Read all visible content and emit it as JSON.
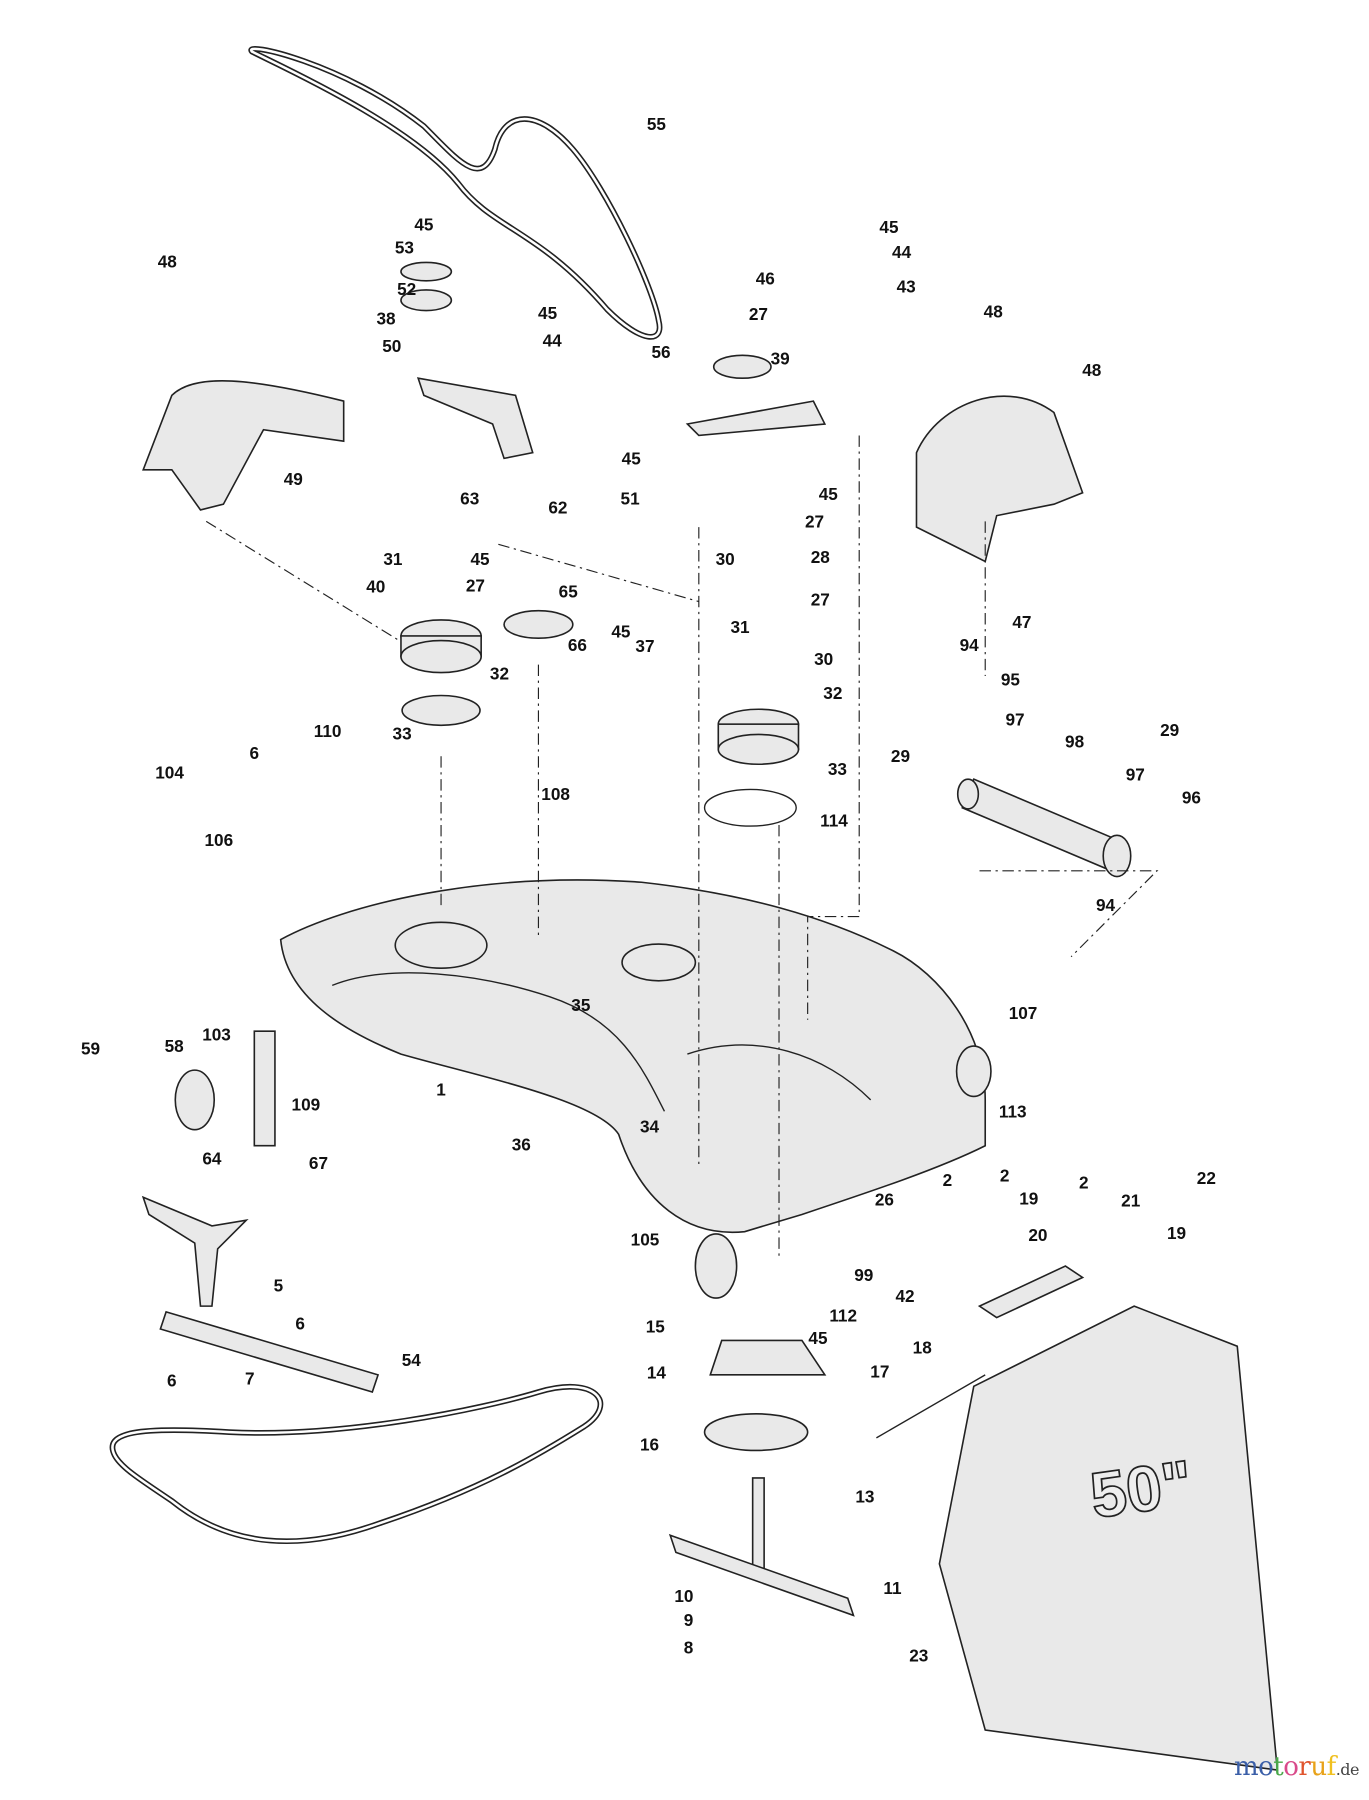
{
  "diagram": {
    "title": "Mower deck exploded parts diagram",
    "bag_label": "50\"",
    "labels": [
      "55",
      "45",
      "53",
      "52",
      "45",
      "38",
      "44",
      "50",
      "63",
      "62",
      "56",
      "46",
      "27",
      "39",
      "45",
      "51",
      "45",
      "44",
      "43",
      "48",
      "49",
      "48",
      "48",
      "47",
      "31",
      "45",
      "27",
      "65",
      "40",
      "32",
      "66",
      "45",
      "37",
      "33",
      "45",
      "27",
      "28",
      "27",
      "30",
      "31",
      "30",
      "32",
      "33",
      "114",
      "94",
      "95",
      "97",
      "29",
      "98",
      "29",
      "97",
      "96",
      "94",
      "110",
      "6",
      "104",
      "106",
      "108",
      "107",
      "113",
      "35",
      "103",
      "59",
      "58",
      "109",
      "1",
      "34",
      "36",
      "64",
      "67",
      "2",
      "26",
      "105",
      "99",
      "42",
      "112",
      "45",
      "15",
      "14",
      "16",
      "2",
      "19",
      "2",
      "21",
      "20",
      "19",
      "22",
      "5",
      "6",
      "6",
      "7",
      "54",
      "18",
      "17",
      "13",
      "11",
      "10",
      "9",
      "8",
      "23"
    ]
  },
  "watermark": {
    "brand": "motoruf",
    "tld": ".de",
    "colors": [
      "#3b5fa8",
      "#3b5fa8",
      "#4aa84a",
      "#d94a8a",
      "#e0552e",
      "#e8a21a",
      "#f0c020"
    ]
  }
}
